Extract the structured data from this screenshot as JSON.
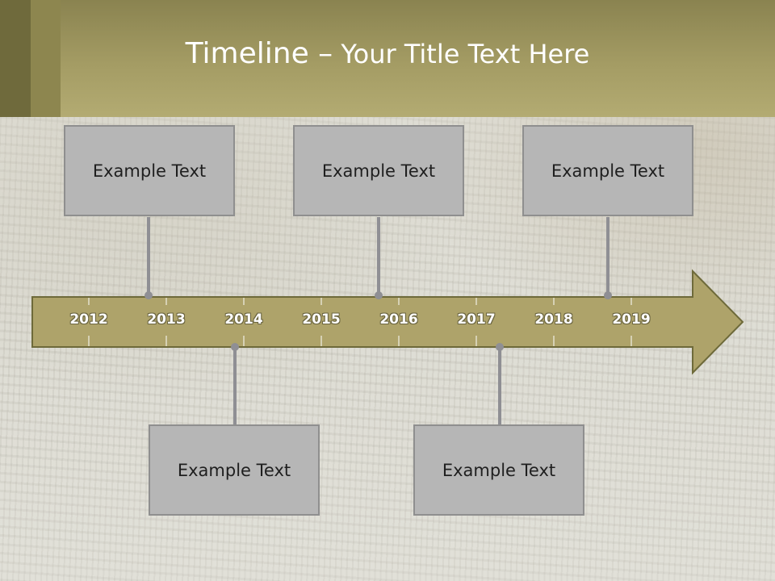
{
  "slide": {
    "title_lead": "Timeline –",
    "title_rest": " Your Title Text Here"
  },
  "timeline": {
    "years": [
      "2012",
      "2013",
      "2014",
      "2015",
      "2016",
      "2017",
      "2018",
      "2019"
    ]
  },
  "events": {
    "top": [
      {
        "label": "Example Text"
      },
      {
        "label": "Example Text"
      },
      {
        "label": "Example Text"
      }
    ],
    "bottom": [
      {
        "label": "Example Text"
      },
      {
        "label": "Example Text"
      }
    ]
  },
  "colors": {
    "arrow_fill": "#aea36a",
    "arrow_stroke": "#6e6a3a",
    "connector": "#8f8f94",
    "box_fill": "#b6b6b6"
  }
}
